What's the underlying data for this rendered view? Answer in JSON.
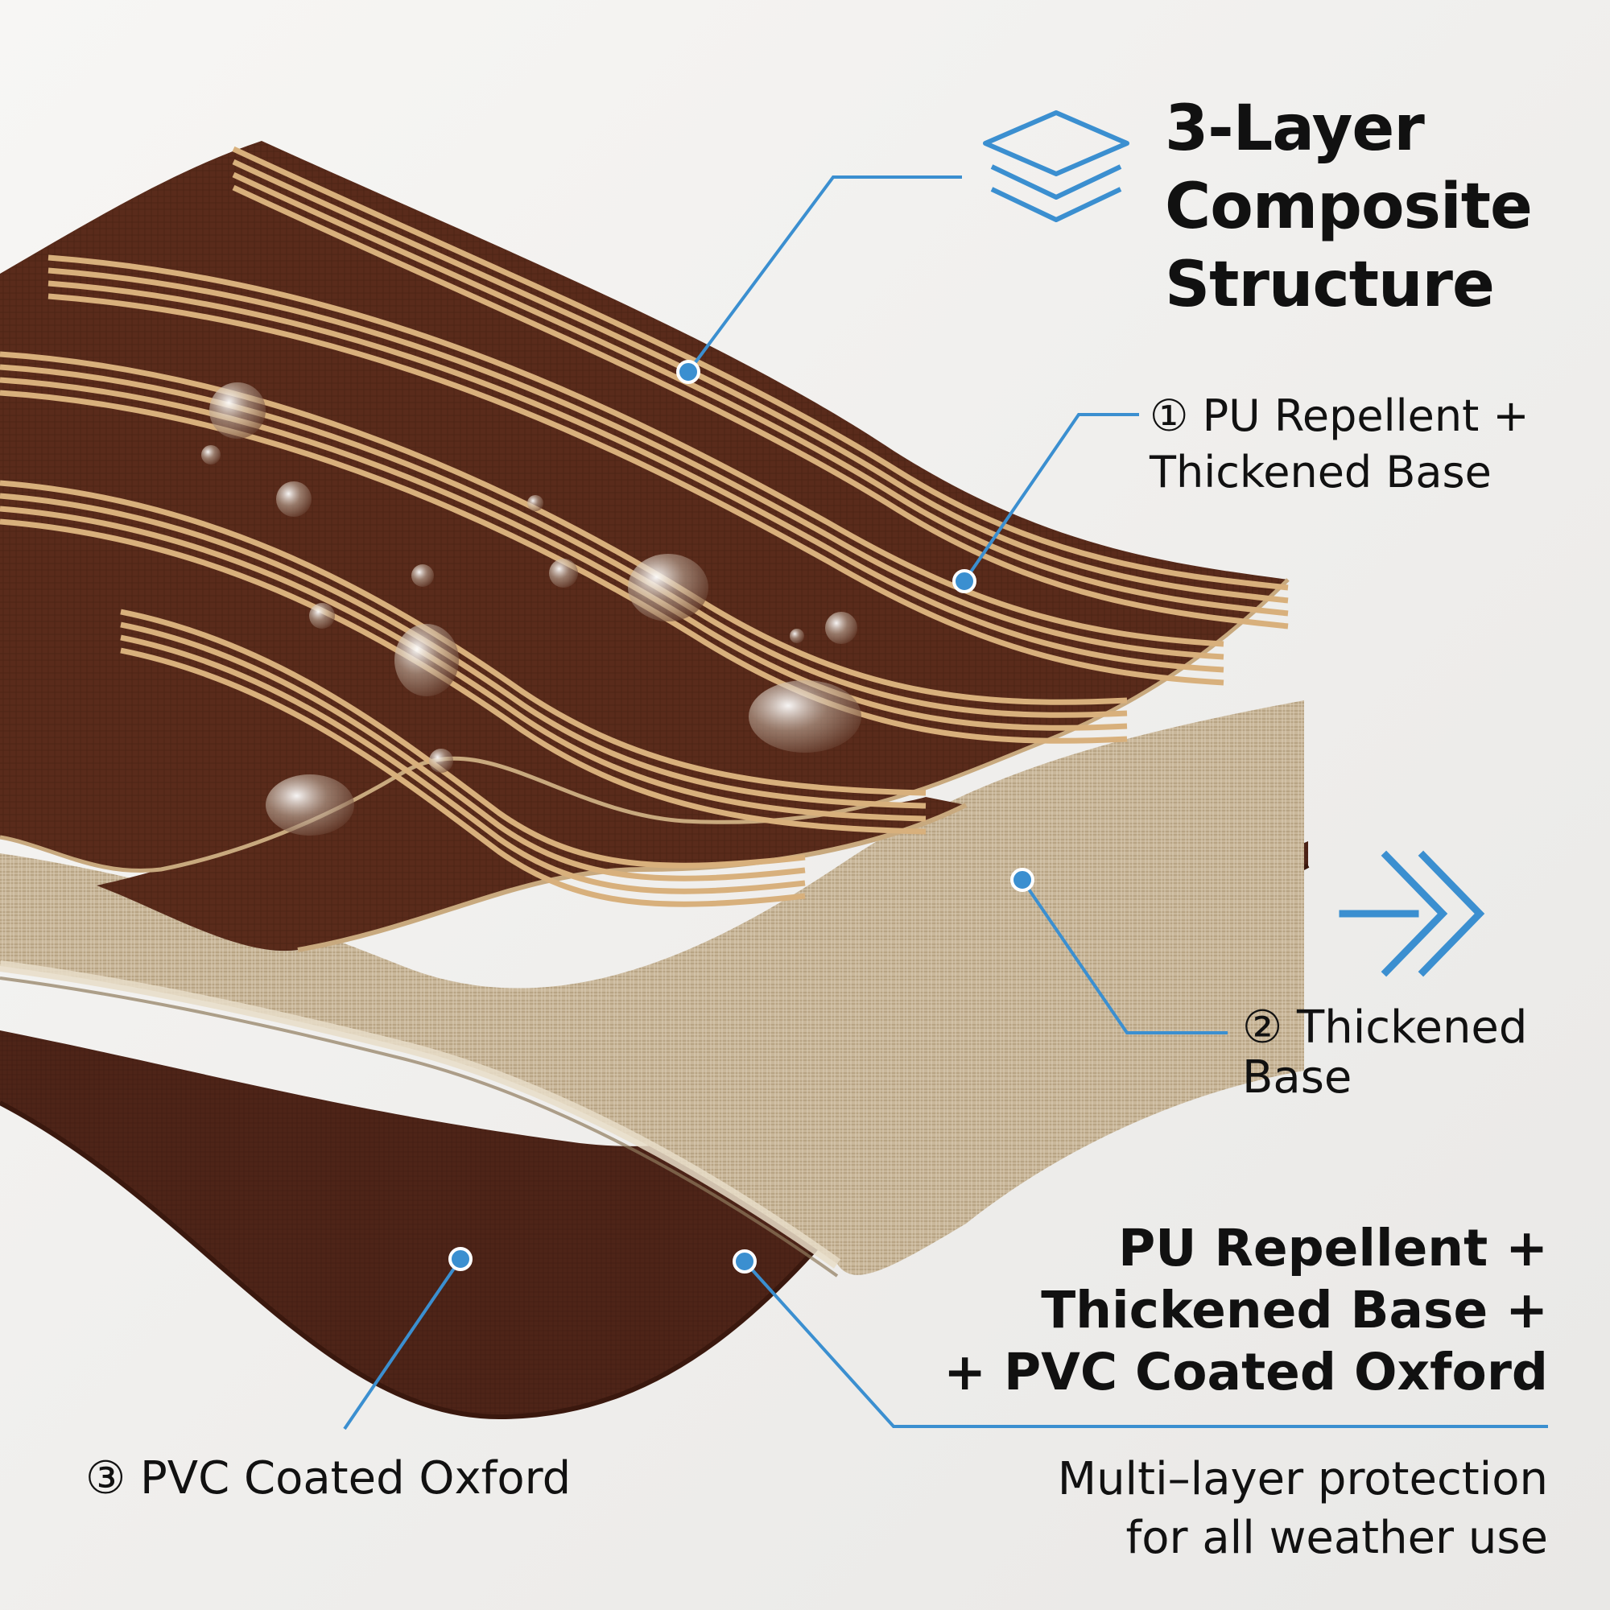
{
  "colors": {
    "accent": "#3b8fd0",
    "fabric_brown": "#5a2b1b",
    "stripe_tan": "#d8b07c",
    "linen": "#c9b79a",
    "oxford_brown": "#4e2418"
  },
  "icons": [
    "layers-icon",
    "double-chevron-right-icon"
  ],
  "heading": {
    "title": "3-Layer\nComposite\nStructure"
  },
  "labels": {
    "layer1": "① PU Repellent +\nThickened Base",
    "layer2": "② Thickened\nBase",
    "layer3": "③ PVC Coated Oxford"
  },
  "summary": {
    "headline": "PU Repellent +\nThickened Base +\n+ PVC Coated Oxford",
    "subtext": "Multi–layer protection\nfor all weather use"
  }
}
